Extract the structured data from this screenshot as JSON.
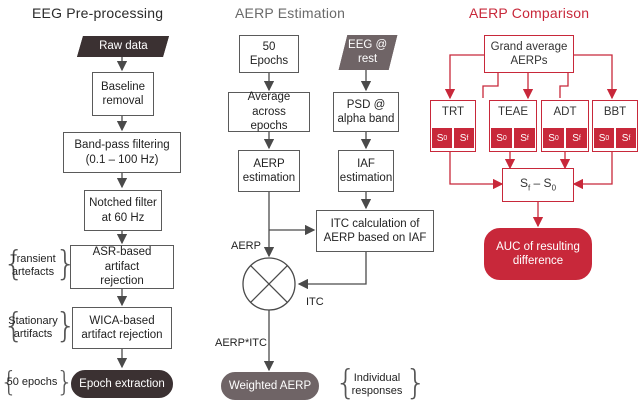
{
  "titles": {
    "preprocessing": "EEG Pre-processing",
    "estimation": "AERP Estimation",
    "comparison": "AERP Comparison"
  },
  "preprocessing": {
    "raw_data": "Raw data",
    "baseline": "Baseline\nremoval",
    "bandpass": "Band-pass filtering\n(0.1 – 100 Hz)",
    "notch": "Notched filter\nat 60 Hz",
    "asr": "ASR-based artifact\nrejection",
    "wica": "WICA-based\nartifact rejection",
    "epoch": "Epoch extraction",
    "transient": "Transient\nartefacts",
    "stationary": "Stationary\nartifacts",
    "epochs_count": "50 epochs"
  },
  "estimation": {
    "epochs": "50 Epochs",
    "eeg_rest": "EEG @\nrest",
    "average": "Average across\nepochs",
    "psd": "PSD @\nalpha band",
    "aerp_est": "AERP\nestimation",
    "iaf_est": "IAF\nestimation",
    "itc_calc": "ITC calculation of\nAERP based on IAF",
    "label_aerp": "AERP",
    "label_itc": "ITC",
    "label_product": "AERP*ITC",
    "weighted": "Weighted AERP",
    "individual": "Individual\nresponses"
  },
  "comparison": {
    "grand_average": "Grand average\nAERPs",
    "conditions": [
      "TRT",
      "TEAE",
      "ADT",
      "BBT"
    ],
    "s0": "S",
    "s0_sub": "0",
    "sf": "S",
    "sf_sub": "f",
    "difference_main": "S",
    "difference_rest": " – S",
    "auc": "AUC of resulting\ndifference"
  },
  "colors": {
    "dark": "#3b3132",
    "accent": "#c8283a",
    "grey": "#5a5a5a",
    "weighted": "#6f6466"
  }
}
